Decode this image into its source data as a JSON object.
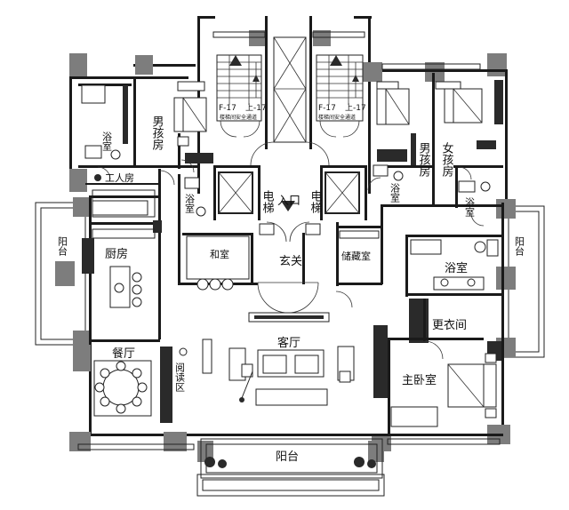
{
  "plan": {
    "rooms": {
      "boy_room_left": "男孩房",
      "boy_room_right": "男孩房",
      "girl_room": "女孩房",
      "bath_top_left": "浴室",
      "bath_mid_left": "浴室",
      "bath_top_right": "浴室",
      "bath_right": "浴室",
      "bath_master": "浴室",
      "worker_room": "工人房",
      "kitchen": "厨房",
      "balcony_left": "阳台",
      "balcony_right": "阳台",
      "balcony_bottom": "阳台",
      "dining": "餐厅",
      "reading": "阅读区",
      "living": "客厅",
      "tatami": "和室",
      "foyer": "玄关",
      "storage": "储藏室",
      "elevator_left": "电梯",
      "elevator_right": "电梯",
      "entrance": "入口",
      "walkin_closet": "更衣间",
      "master_bedroom": "主卧室"
    },
    "stair_tags": {
      "left_floor": "F-17",
      "left_up": "上-17",
      "right_floor": "F-17",
      "right_up": "上-17",
      "left_room": "楼梯间安全通道",
      "right_room": "楼梯间安全通道"
    },
    "colors": {
      "wall": "#1a1a1a",
      "wall_gray": "#7d7d7d",
      "line": "#222222"
    }
  }
}
